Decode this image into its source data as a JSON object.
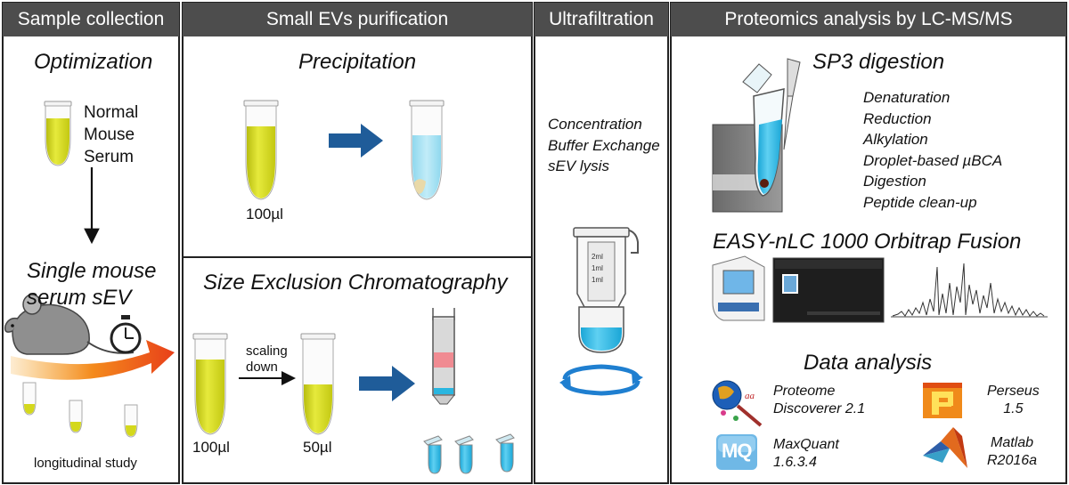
{
  "headers": {
    "sample_collection": "Sample collection",
    "small_evs_purification": "Small EVs purification",
    "ultrafiltration": "Ultrafiltration",
    "proteomics": "Proteomics analysis by LC-MS/MS"
  },
  "sample_collection": {
    "optimization_title": "Optimization",
    "serum_label_line1": "Normal",
    "serum_label_line2": "Mouse",
    "serum_label_line3": "Serum",
    "single_title_line1": "Single mouse",
    "single_title_line2": "serum sEV",
    "longitudinal_label": "longitudinal study"
  },
  "purification": {
    "precipitation_title": "Precipitation",
    "precipitation_volume": "100µl",
    "sec_title": "Size Exclusion Chromatography",
    "sec_volume_1": "100µl",
    "sec_volume_2": "50µl",
    "scaling_line1": "scaling",
    "scaling_line2": "down"
  },
  "ultrafiltration": {
    "steps": [
      "Concentration",
      "Buffer Exchange",
      "sEV lysis"
    ],
    "tube_marks": [
      "2ml",
      "1ml",
      "1ml"
    ]
  },
  "proteomics": {
    "sp3_title": "SP3 digestion",
    "sp3_steps": [
      "Denaturation",
      "Reduction",
      "Alkylation",
      "Droplet-based µBCA",
      "Digestion",
      "Peptide clean-up"
    ],
    "instrument_title": "EASY-nLC 1000 Orbitrap Fusion",
    "data_title": "Data analysis",
    "software": {
      "proteome_discoverer": {
        "line1": "Proteome",
        "line2": "Discoverer 2.1"
      },
      "perseus": {
        "line1": "Perseus",
        "line2": "1.5"
      },
      "maxquant": {
        "line1": "MaxQuant",
        "line2": "1.6.3.4",
        "logo": "MQ"
      },
      "matlab": {
        "line1": "Matlab",
        "line2": "R2016a"
      }
    }
  },
  "colors": {
    "header_bg": "#4d4d4d",
    "serum_yellow": "#d4d81c",
    "cyan": "#29b6e0",
    "arrow_blue": "#1f5c99",
    "orange": "#f07a1a"
  }
}
